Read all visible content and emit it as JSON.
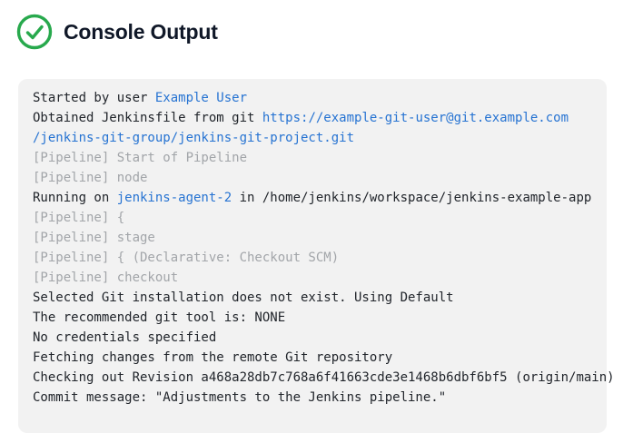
{
  "header": {
    "title": "Console Output",
    "status_icon": "success-check-circle-icon"
  },
  "colors": {
    "success_green": "#28a94d",
    "link_blue": "#2673d2",
    "muted_gray": "#a2a5a9",
    "text_dark": "#21252b",
    "title_dark": "#101828",
    "console_bg": "#f2f2f2",
    "page_bg": "#ffffff"
  },
  "console": {
    "lines": [
      {
        "segments": [
          {
            "text": "Started by user ",
            "type": "plain"
          },
          {
            "text": "Example User",
            "type": "link"
          }
        ]
      },
      {
        "segments": [
          {
            "text": "Obtained Jenkinsfile from git ",
            "type": "plain"
          },
          {
            "text": "https://example-git-user@git.example.com",
            "type": "link"
          }
        ]
      },
      {
        "segments": [
          {
            "text": "/jenkins-git-group/jenkins-git-project.git",
            "type": "link"
          }
        ]
      },
      {
        "segments": [
          {
            "text": "[Pipeline] Start of Pipeline",
            "type": "muted"
          }
        ]
      },
      {
        "segments": [
          {
            "text": "[Pipeline] node",
            "type": "muted"
          }
        ]
      },
      {
        "segments": [
          {
            "text": "Running on ",
            "type": "plain"
          },
          {
            "text": "jenkins-agent-2",
            "type": "link"
          },
          {
            "text": " in /home/jenkins/workspace/jenkins-example-app",
            "type": "plain"
          }
        ]
      },
      {
        "segments": [
          {
            "text": "[Pipeline] {",
            "type": "muted"
          }
        ]
      },
      {
        "segments": [
          {
            "text": "[Pipeline] stage",
            "type": "muted"
          }
        ]
      },
      {
        "segments": [
          {
            "text": "[Pipeline] { (Declarative: Checkout SCM)",
            "type": "muted"
          }
        ]
      },
      {
        "segments": [
          {
            "text": "[Pipeline] checkout",
            "type": "muted"
          }
        ]
      },
      {
        "segments": [
          {
            "text": "Selected Git installation does not exist. Using Default",
            "type": "plain"
          }
        ]
      },
      {
        "segments": [
          {
            "text": "The recommended git tool is: NONE",
            "type": "plain"
          }
        ]
      },
      {
        "segments": [
          {
            "text": "No credentials specified",
            "type": "plain"
          }
        ]
      },
      {
        "segments": [
          {
            "text": "Fetching changes from the remote Git repository",
            "type": "plain"
          }
        ]
      },
      {
        "segments": [
          {
            "text": "Checking out Revision a468a28db7c768a6f41663cde3e1468b6dbf6bf5 (origin/main)",
            "type": "plain"
          }
        ]
      },
      {
        "segments": [
          {
            "text": "Commit message: \"Adjustments to the Jenkins pipeline.\"",
            "type": "plain"
          }
        ]
      }
    ]
  }
}
